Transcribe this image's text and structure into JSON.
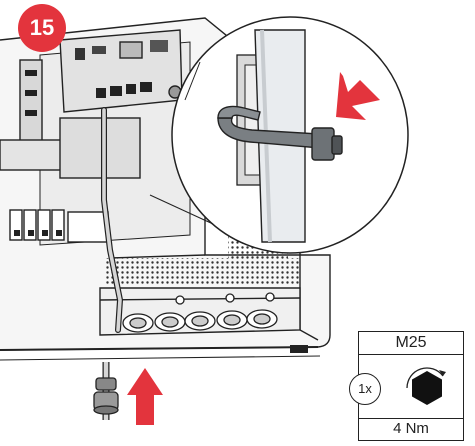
{
  "step": {
    "number": "15",
    "badge_color": "#e3343d"
  },
  "annotations": {
    "arrow_color": "#e3343d",
    "callout_arrow_icon": "red-arrow-icon",
    "insert_arrow_icon": "red-arrow-up-icon"
  },
  "torque_spec": {
    "gland_size": "M25",
    "quantity": "1x",
    "torque": "4 Nm",
    "tool_icon": "hex-nut-icon",
    "rotation_icon": "clockwise-rotation-icon"
  },
  "detail": {
    "cable_tie_icon": "cable-tie-icon",
    "tie_color": "#7a7f83"
  }
}
